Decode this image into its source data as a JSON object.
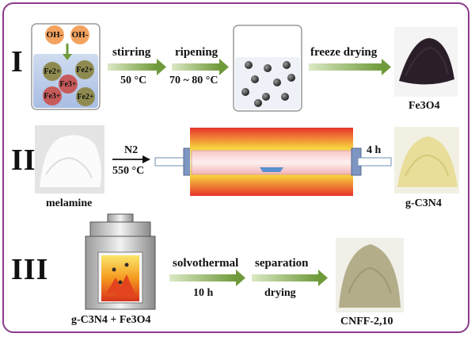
{
  "rows": [
    {
      "numeral": "I"
    },
    {
      "numeral": "II"
    },
    {
      "numeral": "III"
    }
  ],
  "row1": {
    "oh_left": "OH-",
    "oh_right": "OH-",
    "ions": [
      "Fe2+",
      "Fe2+",
      "Fe3+",
      "Fe3+",
      "Fe2+"
    ],
    "step1_top": "stirring",
    "step1_bottom": "50 °C",
    "step2_top": "ripening",
    "step2_bottom": "70 ~ 80 °C",
    "step3_top": "freeze drying",
    "product": "Fe3O4"
  },
  "row2": {
    "reactant": "melamine",
    "gas": "N2",
    "temperature": "550 °C",
    "time": "4 h",
    "product": "g-C3N4"
  },
  "row3": {
    "reactants": "g-C3N4 + Fe3O4",
    "step1_top": "solvothermal",
    "step1_bottom": "10 h",
    "step2_top": "separation",
    "step2_bottom": "drying",
    "product": "CNFF-2,10"
  },
  "colors": {
    "frame": "#8c3a8c",
    "arrow_green": "#6f9a3a",
    "beaker_liquid": "#b9c9e6",
    "furnace_red": "#e8362a",
    "furnace_tube": "#f3b9b9",
    "fe3o4_powder": "#2a1f28",
    "gcn_powder": "#e8de9a",
    "cnff_powder": "#b3ad8a"
  }
}
